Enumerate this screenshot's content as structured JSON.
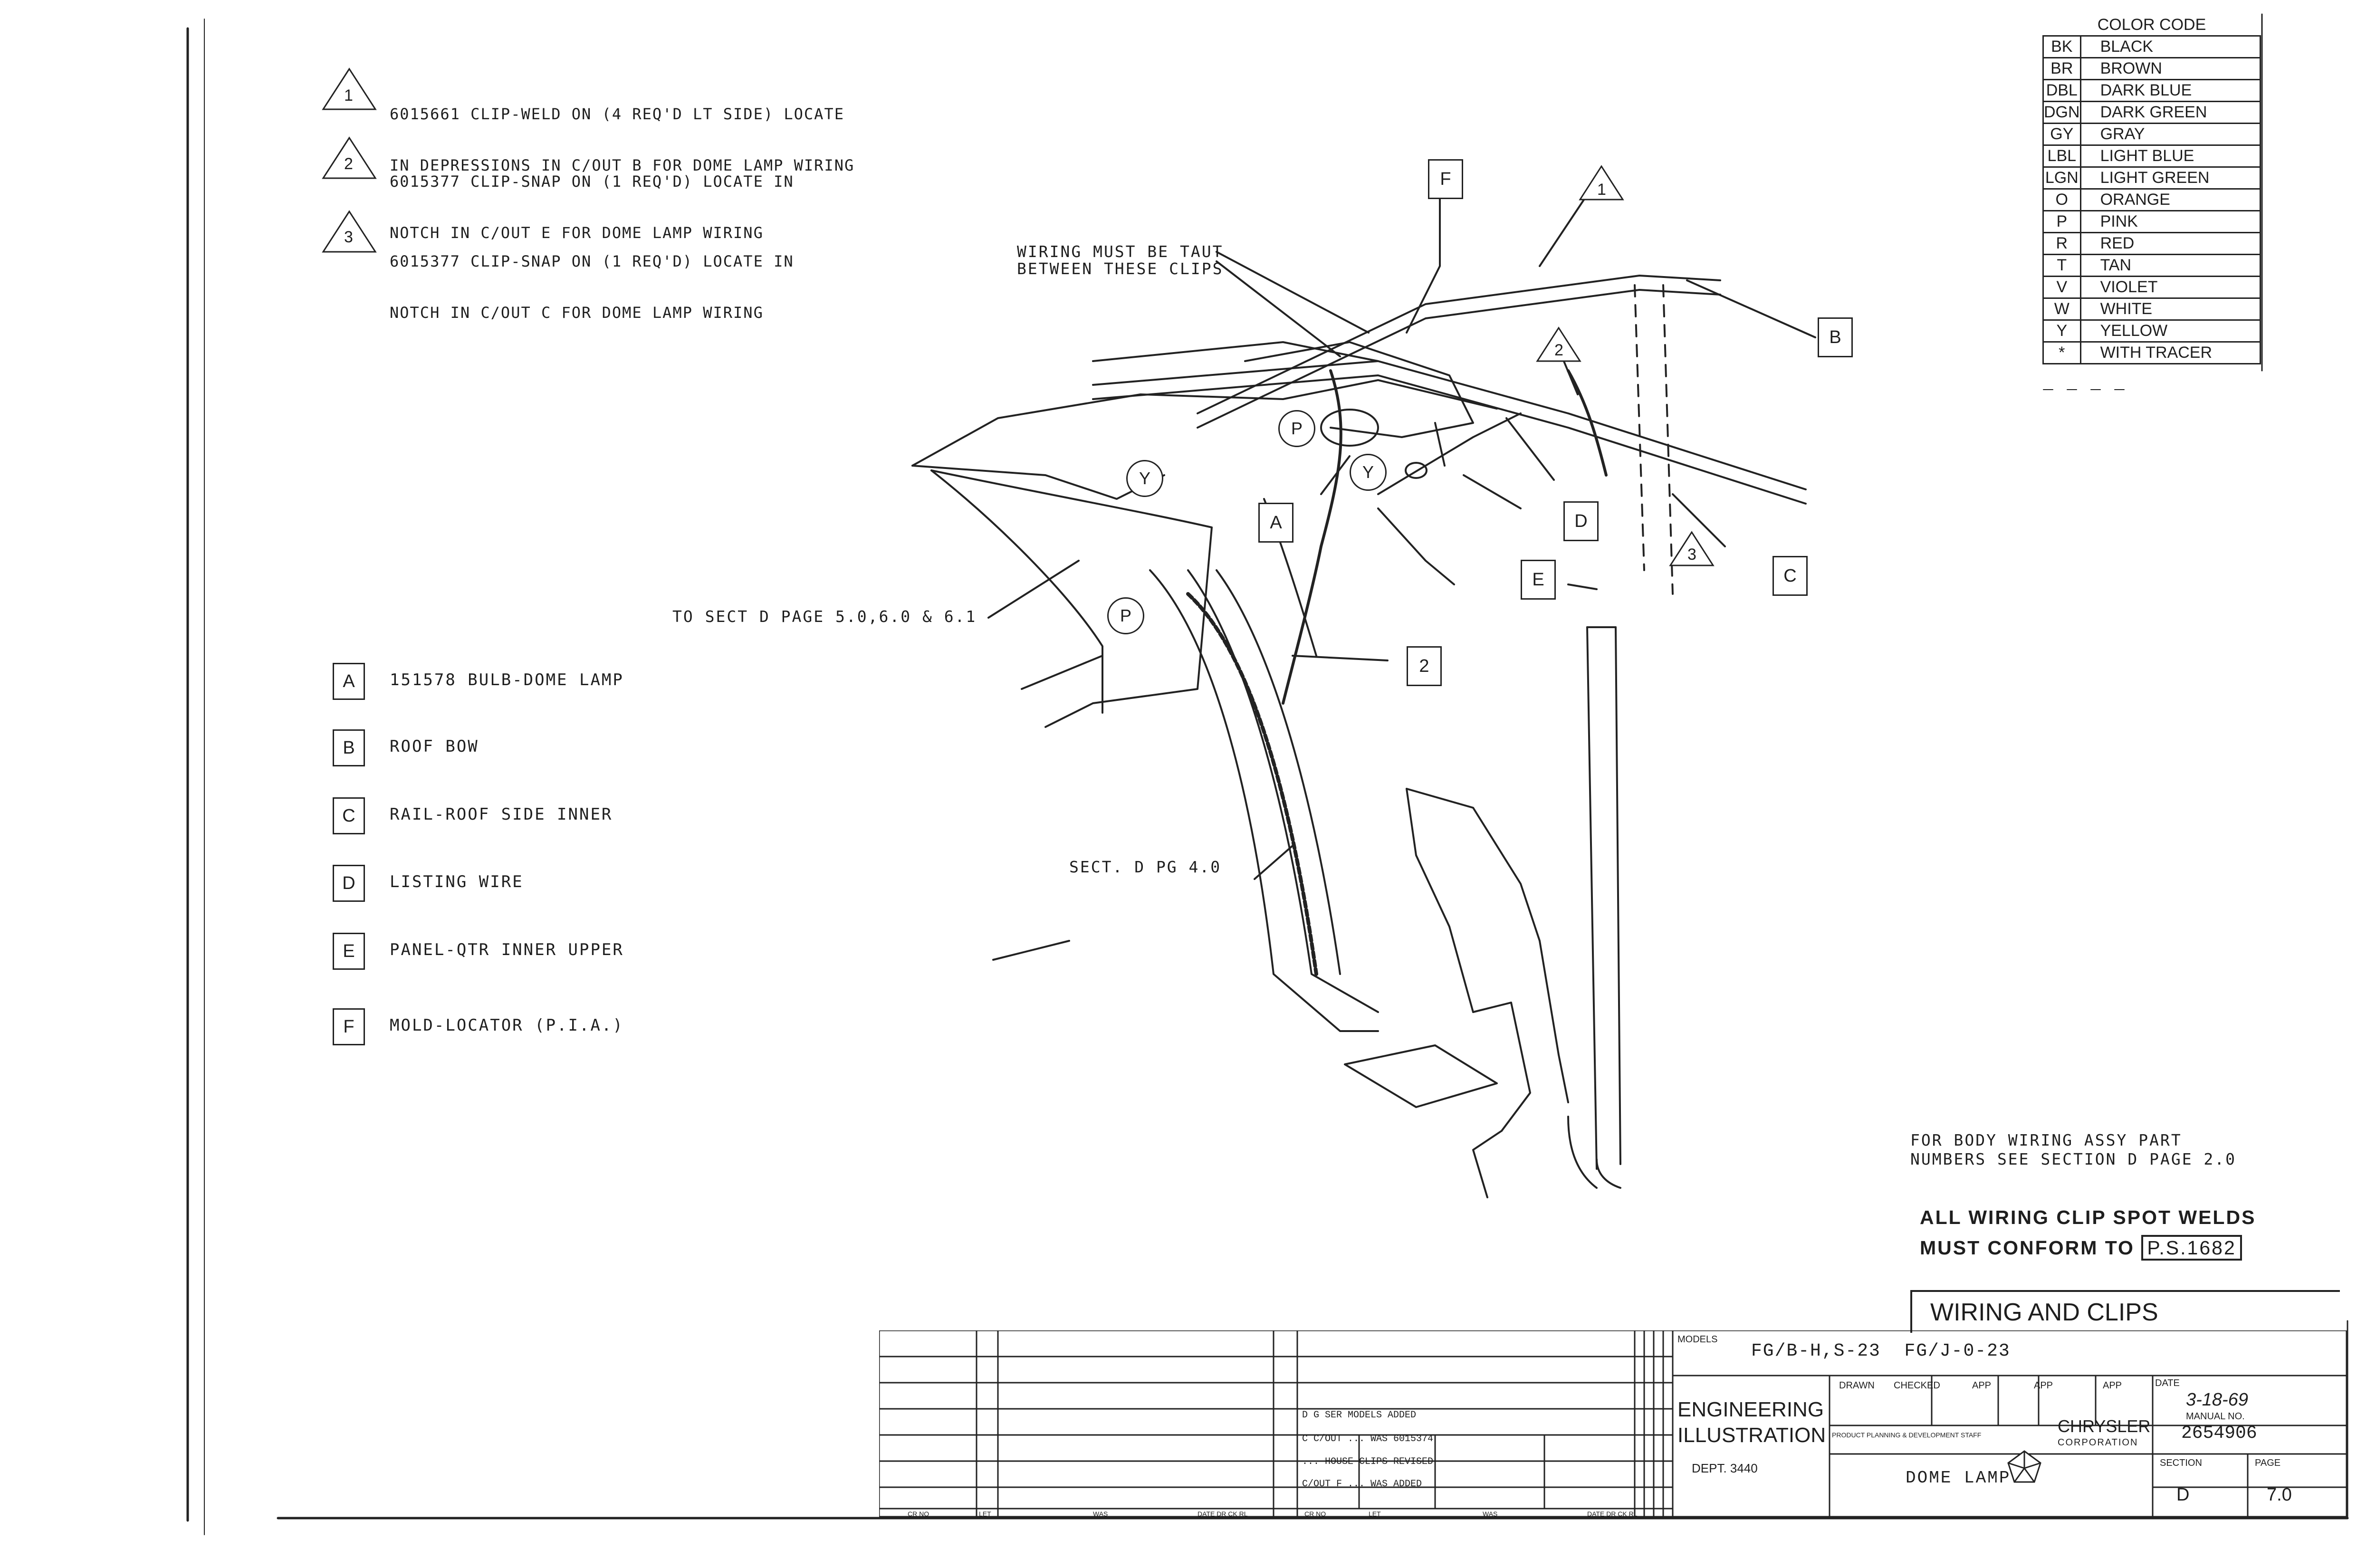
{
  "notes": [
    {
      "num": "1",
      "line1": "6015661 CLIP-WELD ON (4 REQ'D LT SIDE) LOCATE",
      "line2": "IN DEPRESSIONS IN C/OUT B FOR DOME LAMP WIRING"
    },
    {
      "num": "2",
      "line1": "6015377 CLIP-SNAP ON (1 REQ'D) LOCATE IN",
      "line2": "NOTCH IN C/OUT E FOR DOME LAMP WIRING"
    },
    {
      "num": "3",
      "line1": "6015377 CLIP-SNAP ON (1 REQ'D) LOCATE IN",
      "line2": "NOTCH IN C/OUT C FOR DOME LAMP WIRING"
    }
  ],
  "legend": [
    {
      "key": "A",
      "text": "151578 BULB-DOME LAMP"
    },
    {
      "key": "B",
      "text": "ROOF BOW"
    },
    {
      "key": "C",
      "text": "RAIL-ROOF SIDE INNER"
    },
    {
      "key": "D",
      "text": "LISTING WIRE"
    },
    {
      "key": "E",
      "text": "PANEL-QTR INNER UPPER"
    },
    {
      "key": "F",
      "text": "MOLD-LOCATOR (P.I.A.)"
    }
  ],
  "color_code": {
    "title": "COLOR CODE",
    "rows": [
      {
        "code": "BK",
        "name": "BLACK"
      },
      {
        "code": "BR",
        "name": "BROWN"
      },
      {
        "code": "DBL",
        "name": "DARK BLUE"
      },
      {
        "code": "DGN",
        "name": "DARK GREEN"
      },
      {
        "code": "GY",
        "name": "GRAY"
      },
      {
        "code": "LBL",
        "name": "LIGHT BLUE"
      },
      {
        "code": "LGN",
        "name": "LIGHT GREEN"
      },
      {
        "code": "O",
        "name": "ORANGE"
      },
      {
        "code": "P",
        "name": "PINK"
      },
      {
        "code": "R",
        "name": "RED"
      },
      {
        "code": "T",
        "name": "TAN"
      },
      {
        "code": "V",
        "name": "VIOLET"
      },
      {
        "code": "W",
        "name": "WHITE"
      },
      {
        "code": "Y",
        "name": "YELLOW"
      },
      {
        "code": "*",
        "name": "WITH TRACER"
      }
    ]
  },
  "diagram": {
    "wiring_taut": "WIRING MUST BE TAUT\nBETWEEN THESE CLIPS",
    "to_sect": "TO SECT D PAGE 5.0,6.0 & 6.1",
    "sect_d": "SECT. D PG 4.0",
    "callouts": {
      "A": "A",
      "B": "B",
      "C": "C",
      "D": "D",
      "E": "E",
      "F": "F",
      "n2": "2"
    },
    "circles": {
      "p1": "P",
      "p2": "P",
      "y1": "Y",
      "y2": "Y"
    },
    "triangles": {
      "t1": "1",
      "t2": "2",
      "t3": "3"
    }
  },
  "body_wiring_note": "FOR BODY WIRING ASSY PART\nNUMBERS SEE SECTION D PAGE 2.0",
  "spot_welds": {
    "line1": "ALL WIRING CLIP SPOT WELDS",
    "line2": "MUST CONFORM TO",
    "ps": "P.S.1682"
  },
  "title_block": {
    "sheet_title": "WIRING AND CLIPS",
    "models_label": "MODELS",
    "models_value": "FG/B-H,S-23  FG/J-0-23",
    "drawn": "DRAWN",
    "checked": "CHECKED",
    "app": "APP",
    "date_label": "DATE",
    "date_value": "3-18-69",
    "eng_illus_1": "ENGINEERING",
    "eng_illus_2": "ILLUSTRATION",
    "dept": "DEPT. 3440",
    "staff": "PRODUCT PLANNING & DEVELOPMENT STAFF",
    "chrysler_1": "CHRYSLER",
    "chrysler_2": "CORPORATION",
    "manual_label": "MANUAL NO.",
    "manual_no": "2654906",
    "subject": "DOME LAMP",
    "section_label": "SECTION",
    "page_label": "PAGE",
    "section": "D",
    "page": "7.0"
  },
  "revisions": [
    {
      "text": "C/OUT F ... WAS ADDED"
    },
    {
      "text": "D G SER MODELS ADDED"
    },
    {
      "text": "C C/OUT ... WAS 6015374"
    },
    {
      "text": "... HOUSE CLIPS REVISED"
    }
  ],
  "rev_footer": [
    "CR NO",
    "LET",
    "WAS",
    "DATE DR CK RL",
    "CR NO",
    "LET",
    "WAS",
    "DATE DR CK RL"
  ]
}
